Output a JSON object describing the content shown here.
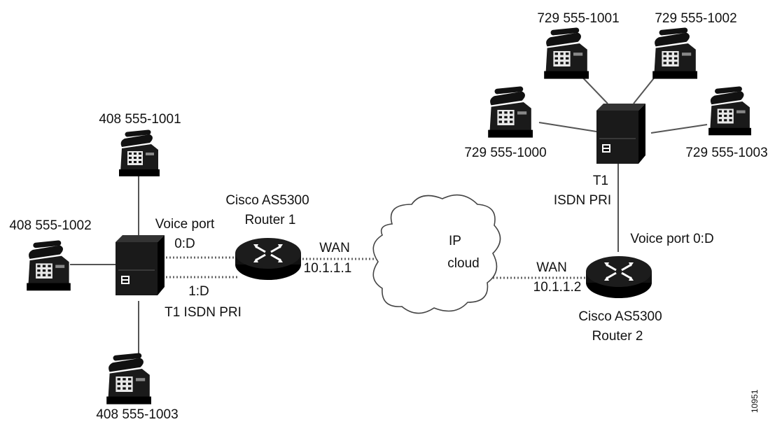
{
  "west_site": {
    "phones": [
      {
        "number": "408 555-1001"
      },
      {
        "number": "408 555-1002"
      },
      {
        "number": "408 555-1003"
      }
    ],
    "voice_port_label_line1": "Voice port",
    "voice_port_label_line2": "0:D",
    "second_port_label": "1:D",
    "trunk_label": "T1 ISDN PRI"
  },
  "router1": {
    "name_line1": "Cisco AS5300",
    "name_line2": "Router 1",
    "wan_label": "WAN",
    "wan_ip": "10.1.1.1"
  },
  "cloud": {
    "label_line1": "IP",
    "label_line2": "cloud"
  },
  "router2": {
    "name_line1": "Cisco AS5300",
    "name_line2": "Router 2",
    "wan_label": "WAN",
    "wan_ip": "10.1.1.2",
    "voice_port_label": "Voice port 0:D"
  },
  "east_site": {
    "phones": [
      {
        "number": "729 555-1000"
      },
      {
        "number": "729 555-1001"
      },
      {
        "number": "729 555-1002"
      },
      {
        "number": "729 555-1003"
      }
    ],
    "trunk_label_line1": "T1",
    "trunk_label_line2": "ISDN PRI"
  },
  "figure_id": "10951"
}
